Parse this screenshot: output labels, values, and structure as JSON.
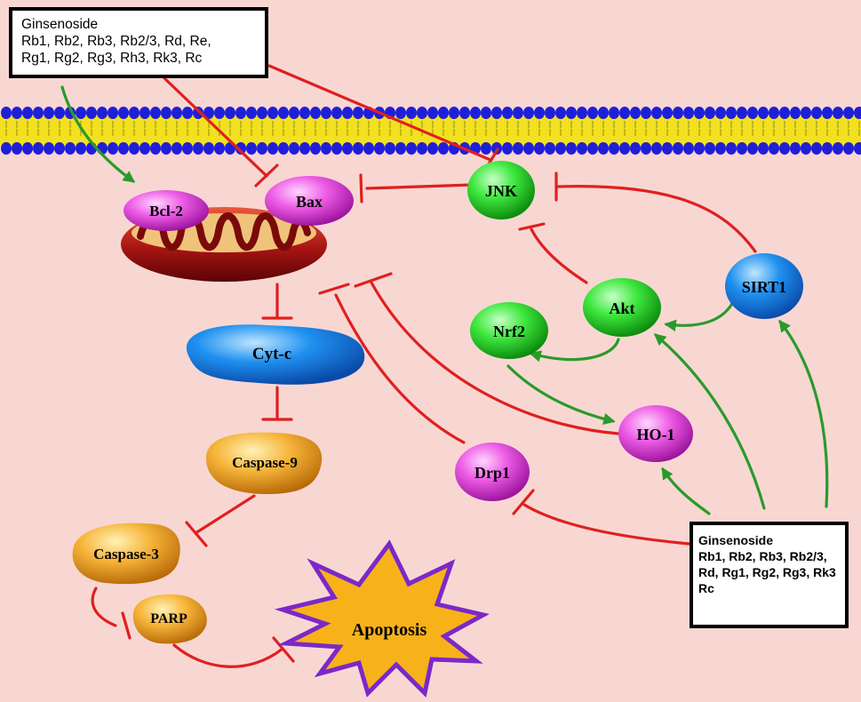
{
  "ginsenoside_box_top": {
    "title": "Ginsenoside",
    "line1": "Rb1, Rb2, Rb3, Rb2/3, Rd, Re,",
    "line2": "Rg1, Rg2, Rg3, Rh3, Rk3, Rc"
  },
  "ginsenoside_box_bottom": {
    "title": "Ginsenoside",
    "line1": "Rb1, Rb2, Rb3, Rb2/3,",
    "line2": "Rd, Rg1, Rg2, Rg3, Rk3",
    "line3": "Rc"
  },
  "nodes": {
    "bcl2": "Bcl-2",
    "bax": "Bax",
    "jnk": "JNK",
    "sirt1": "SIRT1",
    "akt": "Akt",
    "nrf2": "Nrf2",
    "ho1": "HO-1",
    "drp1": "Drp1",
    "cytc": "Cyt-c",
    "casp9": "Caspase-9",
    "casp3": "Caspase-3",
    "parp": "PARP",
    "apoptosis": "Apoptosis"
  },
  "colors": {
    "background": "#f8d7d3",
    "inhibition": "#e0201e",
    "activation": "#2a9a2a",
    "membrane_head": "#1f1fd8",
    "membrane_tail": "#f2e022",
    "green_node": "#2fe02f",
    "magenta_node": "#e84de0",
    "blue_node": "#1a86ee",
    "orange_node": "#f3a82a",
    "apoptosis_fill": "#f7b21a",
    "apoptosis_border": "#7b28c9"
  }
}
